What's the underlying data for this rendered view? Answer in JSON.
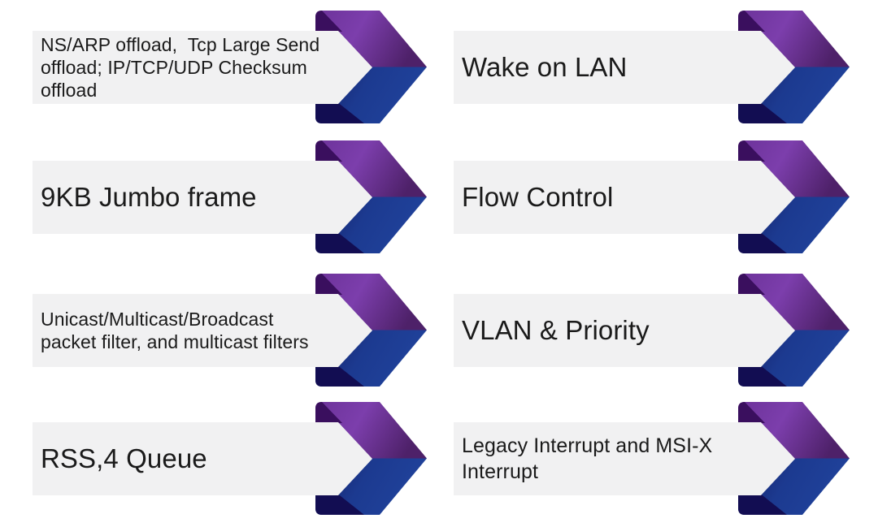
{
  "slide": {
    "background_color": "#ffffff",
    "bar_color": "#f1f1f2",
    "text_color": "#1a1a1a",
    "arrow_icon": "chevron-ribbon-arrow-icon",
    "arrow_colors": {
      "purple_start": "#6C3299",
      "purple_mid": "#7C3EAC",
      "purple_end": "#4E2169",
      "purple_fold": "#3A0F5E",
      "navy_start": "#141C63",
      "navy_mid": "#1C3A90",
      "navy_end": "#20429B",
      "navy_fold": "#120D52"
    },
    "items": [
      {
        "label": "NS/ARP offload,  Tcp Large Send offload; IP/TCP/UDP Checksum offload"
      },
      {
        "label": "Wake on LAN"
      },
      {
        "label": "9KB Jumbo frame"
      },
      {
        "label": "Flow Control"
      },
      {
        "label": "Unicast/Multicast/Broadcast packet filter, and multicast filters"
      },
      {
        "label": "VLAN & Priority"
      },
      {
        "label": "RSS,4 Queue"
      },
      {
        "label": "Legacy Interrupt and MSI-X Interrupt"
      }
    ]
  }
}
